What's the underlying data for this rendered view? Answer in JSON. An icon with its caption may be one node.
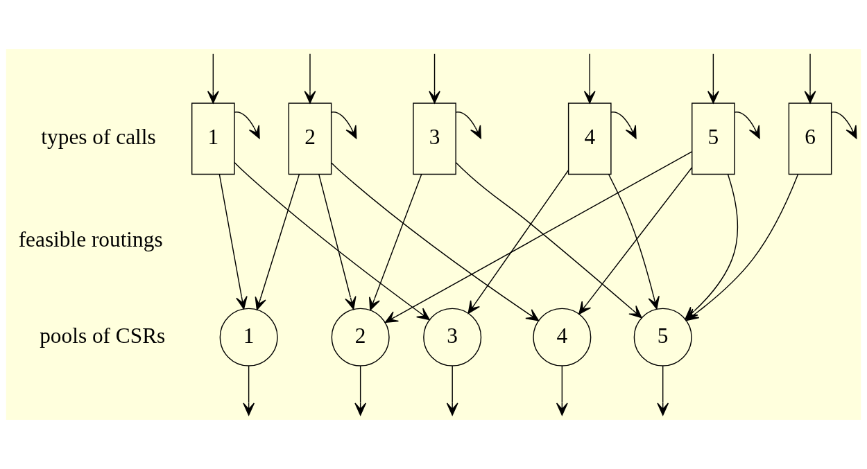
{
  "diagram": {
    "nodes": [
      {
        "text": [
          "1"
        ]
      },
      {
        "text": [
          "2"
        ]
      },
      {
        "text": [
          "3"
        ]
      },
      {
        "text": [
          "4"
        ]
      },
      {
        "text": [
          "5"
        ]
      },
      {
        "text": [
          "6"
        ]
      },
      {
        "text": [
          "1"
        ]
      },
      {
        "text": [
          "2"
        ]
      },
      {
        "text": [
          "3"
        ]
      },
      {
        "text": [
          "4"
        ]
      },
      {
        "text": [
          "5"
        ]
      }
    ],
    "edges": [
      {
        "from": null,
        "to": 0,
        "arrow": "to"
      },
      {
        "from": null,
        "to": 1,
        "arrow": "to"
      },
      {
        "from": null,
        "to": 2,
        "arrow": "to"
      },
      {
        "from": null,
        "to": 3,
        "arrow": "to"
      },
      {
        "from": null,
        "to": 4,
        "arrow": "to"
      },
      {
        "from": null,
        "to": 5,
        "arrow": "to"
      },
      {
        "from": 0,
        "to": null,
        "arrow": "to"
      },
      {
        "from": 1,
        "to": null,
        "arrow": "to"
      },
      {
        "from": 2,
        "to": null,
        "arrow": "to"
      },
      {
        "from": 3,
        "to": null,
        "arrow": "to"
      },
      {
        "from": 4,
        "to": null,
        "arrow": "to"
      },
      {
        "from": 5,
        "to": null,
        "arrow": "to"
      },
      {
        "from": 0,
        "to": 6,
        "arrow": "to"
      },
      {
        "from": 0,
        "to": 8,
        "arrow": "to"
      },
      {
        "from": 1,
        "to": 6,
        "arrow": "to"
      },
      {
        "from": 1,
        "to": 7,
        "arrow": "to"
      },
      {
        "from": 1,
        "to": 9,
        "arrow": "to"
      },
      {
        "from": 2,
        "to": 7,
        "arrow": "to"
      },
      {
        "from": 2,
        "to": 10,
        "arrow": "to"
      },
      {
        "from": 3,
        "to": 8,
        "arrow": "to"
      },
      {
        "from": 3,
        "to": 10,
        "arrow": "to"
      },
      {
        "from": 4,
        "to": 7,
        "arrow": "to"
      },
      {
        "from": 4,
        "to": 9,
        "arrow": "to"
      },
      {
        "from": 4,
        "to": 10,
        "arrow": "to"
      },
      {
        "from": 5,
        "to": 10,
        "arrow": "to"
      },
      {
        "from": 6,
        "to": null,
        "arrow": "to"
      },
      {
        "from": 7,
        "to": null,
        "arrow": "to"
      },
      {
        "from": 8,
        "to": null,
        "arrow": "to"
      },
      {
        "from": 9,
        "to": null,
        "arrow": "to"
      },
      {
        "from": 10,
        "to": null,
        "arrow": "to"
      }
    ],
    "labels": [
      "types of calls",
      "feasible routings",
      "pools of CSRs"
    ]
  }
}
